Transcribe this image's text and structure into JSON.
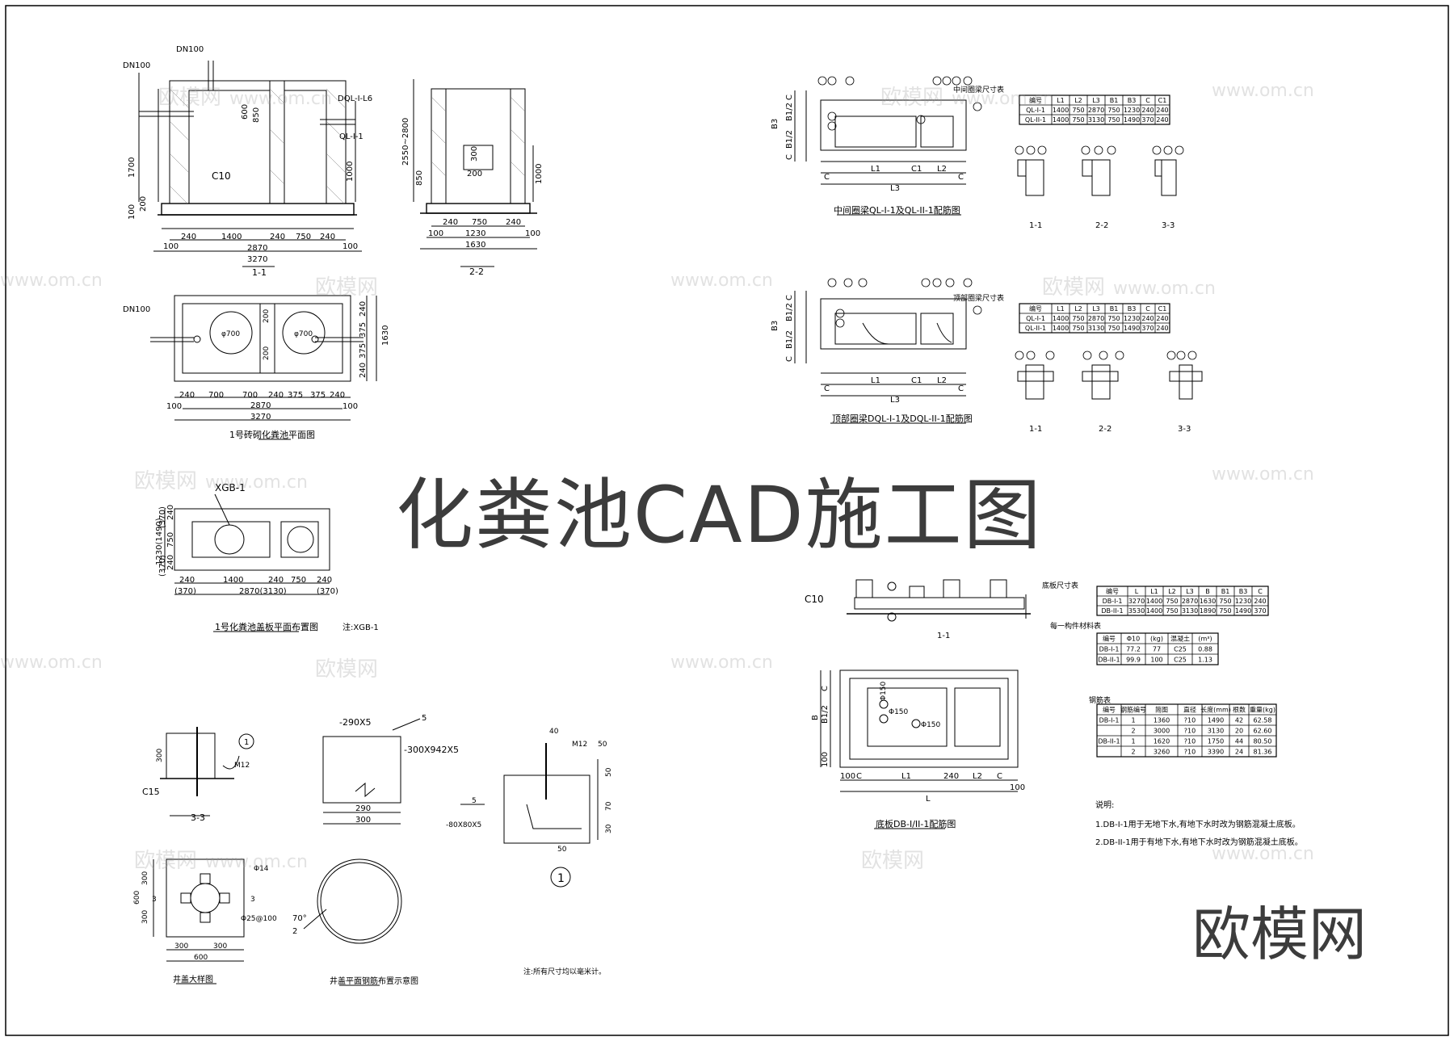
{
  "title": "化粪池CAD施工图",
  "brand": "欧模网",
  "watermark": {
    "logo": "欧模网",
    "url": "www.om.cn"
  },
  "drawings": {
    "section_1_1": {
      "caption": "1-1",
      "labels": [
        "DN100",
        "DN100",
        "DQL-I-L6",
        "QL-I-1",
        "C10",
        "1700",
        "1000",
        "100",
        "200",
        "600",
        "850"
      ],
      "dims": [
        "100",
        "240",
        "1400",
        "240",
        "750",
        "240",
        "100",
        "2870",
        "3270"
      ]
    },
    "section_2_2": {
      "caption": "2-2",
      "labels": [
        "2550~2800",
        "850",
        "1000",
        "300",
        "200"
      ],
      "dims": [
        "100",
        "240",
        "750",
        "240",
        "100",
        "1230",
        "1630"
      ]
    },
    "plan_1": {
      "caption": "1号砖砌化粪池平面图",
      "labels": [
        "DN100",
        "φ700",
        "φ700",
        "200",
        "200"
      ],
      "dims": [
        "100",
        "240",
        "700",
        "700",
        "240",
        "375",
        "375",
        "240",
        "100",
        "2870",
        "3270"
      ],
      "dims_v": [
        "240",
        "375",
        "375",
        "240",
        "1630"
      ]
    },
    "cover_plan": {
      "caption": "1号化粪池盖板平面布置图",
      "note": "注:XGB-1",
      "label": "XGB-1",
      "dims": [
        "240",
        "1400",
        "240",
        "750",
        "240",
        "2870(3130)",
        "(370)",
        "(370)"
      ],
      "dims_v": [
        "240",
        "750",
        "240",
        "1230(1490)",
        "(370)",
        "(370)"
      ]
    },
    "beam_section_a": {
      "caption": "中间圈梁QL-I-1及QL-II-1配筋图",
      "dims": [
        "C",
        "L1",
        "C1",
        "L2",
        "C",
        "L3"
      ],
      "dims_v": [
        "B3",
        "C",
        "B1/2",
        "B1/2",
        "C"
      ]
    },
    "beam_section_b": {
      "caption": "顶部圈梁DQL-I-1及DQL-II-1配筋图",
      "dims": [
        "C",
        "L1",
        "C1",
        "L2",
        "C",
        "L3"
      ],
      "dims_v": [
        "B3",
        "C",
        "B1/2",
        "B1/2",
        "C"
      ]
    },
    "beam_table_a": {
      "title": "中间圈梁尺寸表",
      "headers": [
        "编号",
        "L1",
        "L2",
        "L3",
        "B1",
        "B3",
        "C",
        "C1"
      ],
      "rows": [
        [
          "QL-I-1",
          "1400",
          "750",
          "2870",
          "750",
          "1230",
          "240",
          "240"
        ],
        [
          "QL-II-1",
          "1400",
          "750",
          "3130",
          "750",
          "1490",
          "370",
          "240"
        ]
      ]
    },
    "beam_table_b": {
      "title": "顶部圈梁尺寸表",
      "headers": [
        "编号",
        "L1",
        "L2",
        "L3",
        "B1",
        "B3",
        "C",
        "C1"
      ],
      "rows": [
        [
          "QL-I-1",
          "1400",
          "750",
          "2870",
          "750",
          "1230",
          "240",
          "240"
        ],
        [
          "QL-II-1",
          "1400",
          "750",
          "3130",
          "750",
          "1490",
          "370",
          "240"
        ]
      ]
    },
    "details_a": [
      "1-1",
      "2-2",
      "3-3"
    ],
    "details_b": [
      "1-1",
      "2-2",
      "3-3"
    ],
    "base_section": {
      "caption": "1-1",
      "label": "C10"
    },
    "base_plan": {
      "caption": "底板DB-I/II-1配筋图",
      "labels": [
        "Φ150",
        "Φ150",
        "Φ150"
      ],
      "dims": [
        "100",
        "C",
        "L1",
        "240",
        "L2",
        "C",
        "100",
        "L"
      ],
      "dims_v": [
        "B",
        "C",
        "B1/2",
        "100"
      ]
    },
    "base_size_table": {
      "title": "底板尺寸表",
      "headers": [
        "编号",
        "L",
        "L1",
        "L2",
        "L3",
        "B",
        "B1",
        "B3",
        "C"
      ],
      "rows": [
        [
          "DB-I-1",
          "3270",
          "1400",
          "750",
          "2870",
          "1630",
          "750",
          "1230",
          "240"
        ],
        [
          "DB-II-1",
          "3530",
          "1400",
          "750",
          "3130",
          "1890",
          "750",
          "1490",
          "370"
        ]
      ]
    },
    "material_table": {
      "title": "每一构件材料表",
      "headers": [
        "编号",
        "Φ10",
        "(kg)",
        "混凝土",
        "(m³)"
      ],
      "rows": [
        [
          "DB-I-1",
          "77.2",
          "77",
          "C25",
          "0.88"
        ],
        [
          "DB-II-1",
          "99.9",
          "100",
          "C25",
          "1.13"
        ]
      ]
    },
    "rebar_table": {
      "title": "钢筋表",
      "headers": [
        "编号",
        "钢筋编号",
        "简图",
        "直径",
        "长度(mm)",
        "根数",
        "重量(kg)"
      ],
      "rows": [
        [
          "DB-I-1",
          "1",
          "1360",
          "?10",
          "1490",
          "42",
          "62.58"
        ],
        [
          "",
          "2",
          "3000",
          "?10",
          "3130",
          "20",
          "62.60"
        ],
        [
          "DB-II-1",
          "1",
          "1620",
          "?10",
          "1750",
          "44",
          "80.50"
        ],
        [
          "",
          "2",
          "3260",
          "?10",
          "3390",
          "24",
          "81.36"
        ]
      ]
    },
    "notes": {
      "title": "说明:",
      "lines": [
        "1.DB-I-1用于无地下水,有地下水时改为钢筋混凝土底板。",
        "2.DB-II-1用于有地下水,有地下水时改为钢筋混凝土底板。"
      ]
    },
    "detail_3_3": {
      "caption": "3-3",
      "labels": [
        "M12",
        "C15",
        "300",
        "1"
      ]
    },
    "plate_detail": {
      "labels": [
        "-290X5",
        "-300X942X5",
        "290",
        "300",
        "5"
      ]
    },
    "anchor_detail": {
      "labels": [
        "40",
        "M12",
        "50",
        "5",
        "-80X80X5",
        "50",
        "70",
        "30",
        "50",
        "1"
      ]
    },
    "manhole_plan": {
      "caption": "井盖大样图",
      "labels": [
        "Φ14",
        "Φ25@100",
        "3",
        "3",
        "300",
        "300",
        "600",
        "300",
        "300",
        "600"
      ]
    },
    "ring_detail": {
      "caption": "井盖平面钢筋布置示意图",
      "labels": [
        "70°",
        "2"
      ]
    },
    "bottom_note": "注:所有尺寸均以毫米计。"
  }
}
